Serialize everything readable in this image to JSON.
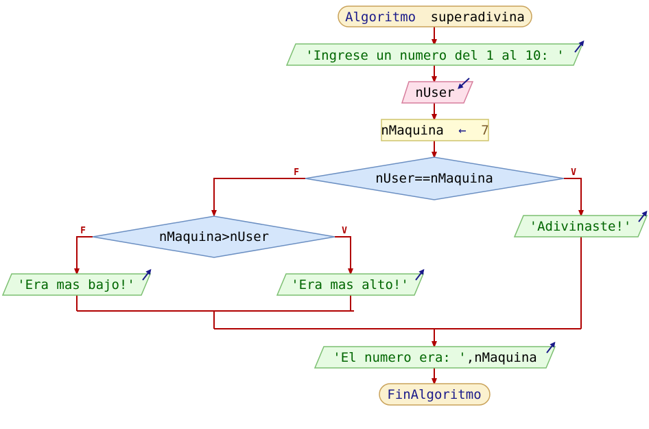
{
  "diagram": {
    "start": {
      "keyword": "Algoritmo",
      "name": "superadivina"
    },
    "prompt_output": "'Ingrese un numero del 1 al 10: '",
    "read_var": "nUser",
    "assign": {
      "target": "nMaquina",
      "op": "←",
      "value": "7"
    },
    "decision1": {
      "condition": "nUser==nMaquina",
      "false_label": "F",
      "true_label": "V"
    },
    "decision2": {
      "condition": "nMaquina>nUser",
      "false_label": "F",
      "true_label": "V"
    },
    "out_true1": "'Adivinaste!'",
    "out_false2": "'Era mas bajo!'",
    "out_true2": "'Era mas alto!'",
    "final_output": {
      "text": "'El numero era: '",
      "sep": ",",
      "var": "nMaquina"
    },
    "end": "FinAlgoritmo"
  },
  "colors": {
    "terminal_fill": "#fbf1cf",
    "terminal_stroke": "#c9a25a",
    "output_fill": "#e6fbe2",
    "output_stroke": "#7cbf71",
    "input_fill": "#fde0ea",
    "input_stroke": "#d77d9c",
    "assign_fill": "#fffbd6",
    "assign_stroke": "#cfc46d",
    "decision_fill": "#d5e6fb",
    "decision_stroke": "#6b8fc2",
    "line": "#b00000",
    "keyword": "#1a1a8a",
    "string": "#006600",
    "number": "#7a5a2a",
    "arrow_icon": "#1a1a8a"
  }
}
